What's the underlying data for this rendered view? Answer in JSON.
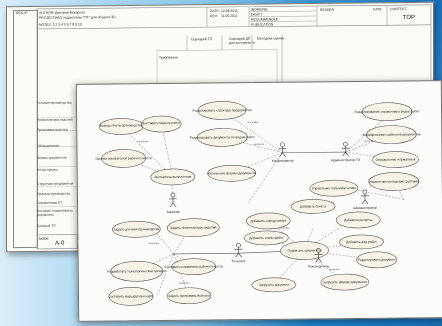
{
  "back_sheet": {
    "header": {
      "reg": "REG-IP",
      "author_label": "AUTHOR:",
      "author": "Дмитрий Бахарнов",
      "project_label": "PROJECT:",
      "project": "ИАС подсистемы \"ПТ\" для объекта 3D",
      "date_label": "DATE:",
      "date": "12.04.2011",
      "rev_label": "REV:",
      "rev": "11.05.2011",
      "notes": "NOTES: 1 2 3 4 5 6 7 8 9 10",
      "status_items": [
        "WORKING",
        "DRAFT",
        "RECOMMENDED",
        "PUBLICATION"
      ],
      "reader_label": "READER",
      "date_col_label": "DATE",
      "context_label": "CONTEXT:",
      "top_label": "TOP"
    },
    "columns": [
      "Требования",
      "Сценарий ТП",
      "Сценарий ДП для контрагента",
      "Методика оценки"
    ],
    "left_items": [
      "Условия производства",
      "Номенклатура изделий",
      "Программа выпуска",
      "Оборудование",
      "Формы документов",
      "Блоки пункты",
      "Структура предприятия",
      "Приказы руководства",
      "Справочники ЕТ",
      "Внешние нормативные документы",
      "Базовый ТП"
    ],
    "node_label": "NODE",
    "node_value": "A-0"
  },
  "front_sheet": {
    "top_diagram": {
      "actor_left": "Заказчик",
      "actor_center": "Конфигуратор",
      "actor_center2": "Администратор ТП",
      "actor_right": "Администратор",
      "left_nodes": [
        "Вывод отчета производства",
        "Выставить модель работ",
        "Оценка показателей рабочего места",
        "Экспертиза выполнения"
      ],
      "center_nodes": [
        "Редактировать структуру предприятия",
        "Редактировать документы по видам работ",
        "Заполнение формы документов"
      ],
      "right_nodes": [
        "Редактирование справочника видов работ",
        "Формирование шаблонов документов",
        "Определение нормативов"
      ],
      "admin_nodes": [
        "Управление пользователями",
        "Управление ролевыми группами"
      ]
    },
    "bottom_diagram": {
      "actor_left": "Технолог",
      "actor_center": "Руководитель",
      "left_nodes": [
        "Задать условия производства",
        "Задать номенклатуру изделий",
        "Разработать технологический процесс",
        "Составить маршрутную карту",
        "Задать программу выпуска",
        "Составить нормативы рабочего места"
      ],
      "right_nodes": [
        "Добавить пункты",
        "Добавить определения",
        "Добавить этапы работ",
        "Добавить вид работ",
        "Подписать документы",
        "Добавить ресурсы",
        "Загрузить документ",
        "Загрузить формы документа",
        "Редактировать документ"
      ],
      "include_label": "«include»",
      "extend_label": "«extend»"
    }
  }
}
